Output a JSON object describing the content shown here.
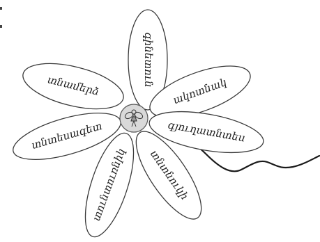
{
  "flower": {
    "petals": [
      {
        "id": "top",
        "label": "գինետուն"
      },
      {
        "id": "upper-left",
        "label": "տնամերձ"
      },
      {
        "id": "upper-right",
        "label": "ակոտնակ"
      },
      {
        "id": "right",
        "label": "գյուղատնտես"
      },
      {
        "id": "left",
        "label": "տնտեսագետ"
      },
      {
        "id": "lower-left",
        "label": "տունտուռնիկ"
      },
      {
        "id": "lower-right",
        "label": "տնտնուկի"
      }
    ],
    "center_icon": "fairy-icon"
  },
  "colors": {
    "petal_fill": "#ffffff",
    "outline": "#3a3a3a",
    "center": "#d9d9d9",
    "stem": "#1a1a1a"
  }
}
